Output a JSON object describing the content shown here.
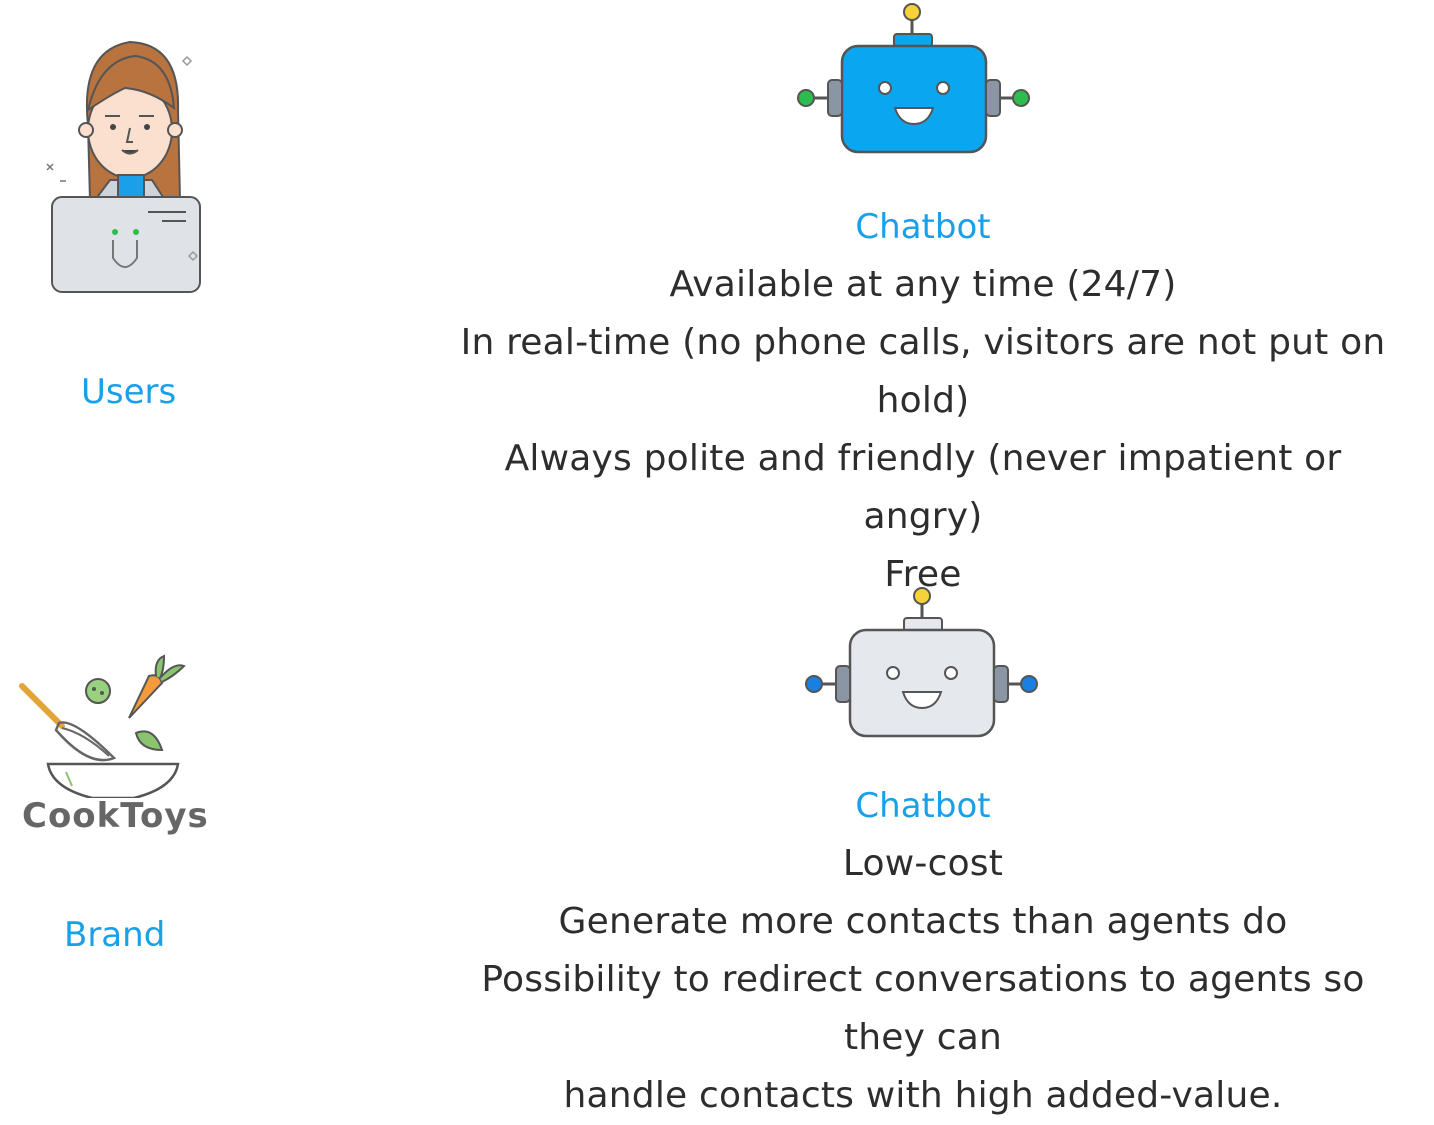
{
  "users_section": {
    "label": "Users",
    "illustration_icon": "woman-with-laptop-icon"
  },
  "brand_section": {
    "label": "Brand",
    "logo_text": "CookToys",
    "logo_icon": "whisk-bowl-vegetables-logo"
  },
  "chatbot_user": {
    "icon": "blue-robot-icon",
    "title": "Chatbot",
    "benefits": [
      "Available at any time (24/7)",
      "In real-time (no phone calls, visitors are not put on hold)",
      "Always polite and friendly (never impatient or angry)",
      "Free"
    ]
  },
  "chatbot_brand": {
    "icon": "grey-robot-icon",
    "title": "Chatbot",
    "benefits": [
      "Low-cost",
      "Generate more contacts than agents do",
      "Possibility to redirect conversations to agents so they can",
      "handle contacts with high added-value."
    ]
  },
  "colors": {
    "accent_blue": "#1aa0e8",
    "text_dark": "#2d2d2d",
    "robot_blue": "#0aa6ef",
    "robot_grey": "#e5e8ec",
    "antenna_yellow": "#f5d23a",
    "arm_green": "#2dbd4e"
  }
}
